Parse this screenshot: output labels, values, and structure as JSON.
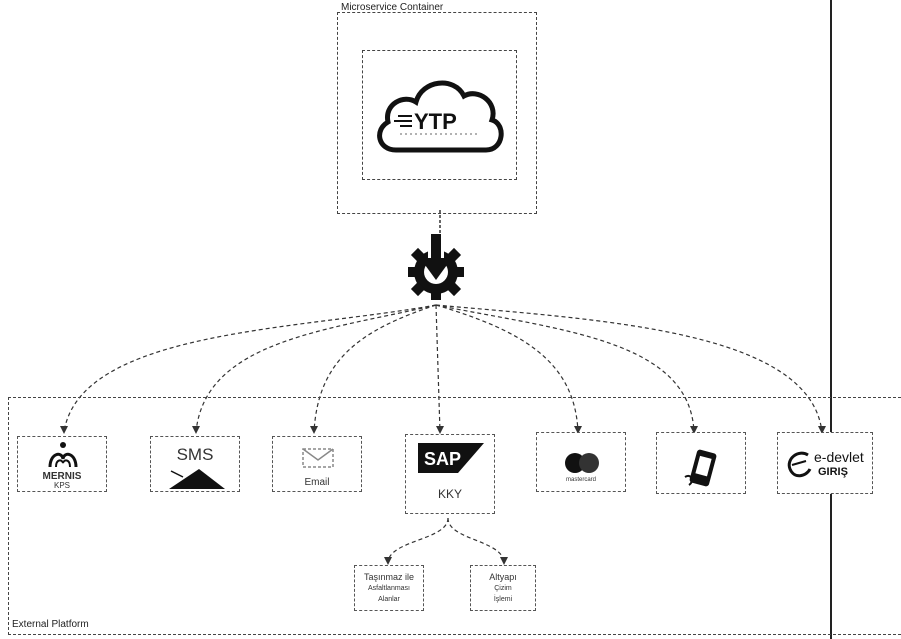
{
  "microservice": {
    "title": "Microservice Container",
    "logo_text": "YTP"
  },
  "external": {
    "title": "External Platform"
  },
  "services": [
    {
      "id": "kps",
      "logo_text": "MERNIS",
      "caption": "KPS"
    },
    {
      "id": "sms",
      "logo_text": "SMS",
      "caption": ""
    },
    {
      "id": "email",
      "logo_text": "",
      "caption": "Email"
    },
    {
      "id": "kky",
      "logo_text": "SAP",
      "caption": "KKY"
    },
    {
      "id": "mastercard",
      "logo_text": "mastercard",
      "caption": ""
    },
    {
      "id": "mobile",
      "logo_text": "",
      "caption": ""
    },
    {
      "id": "edevlet",
      "logo_text": "e-devlet",
      "logo_sub": "GIRIŞ",
      "caption": ""
    }
  ],
  "sub_services": [
    {
      "line1": "Taşınmaz ile",
      "line2": "Asfaltlanması",
      "line3": "Alanlar"
    },
    {
      "line1": "Altyapı",
      "line2": "Çizim",
      "line3": "İşlemi"
    }
  ],
  "colors": {
    "line": "#333333",
    "box": "#555555",
    "dark": "#111111"
  }
}
